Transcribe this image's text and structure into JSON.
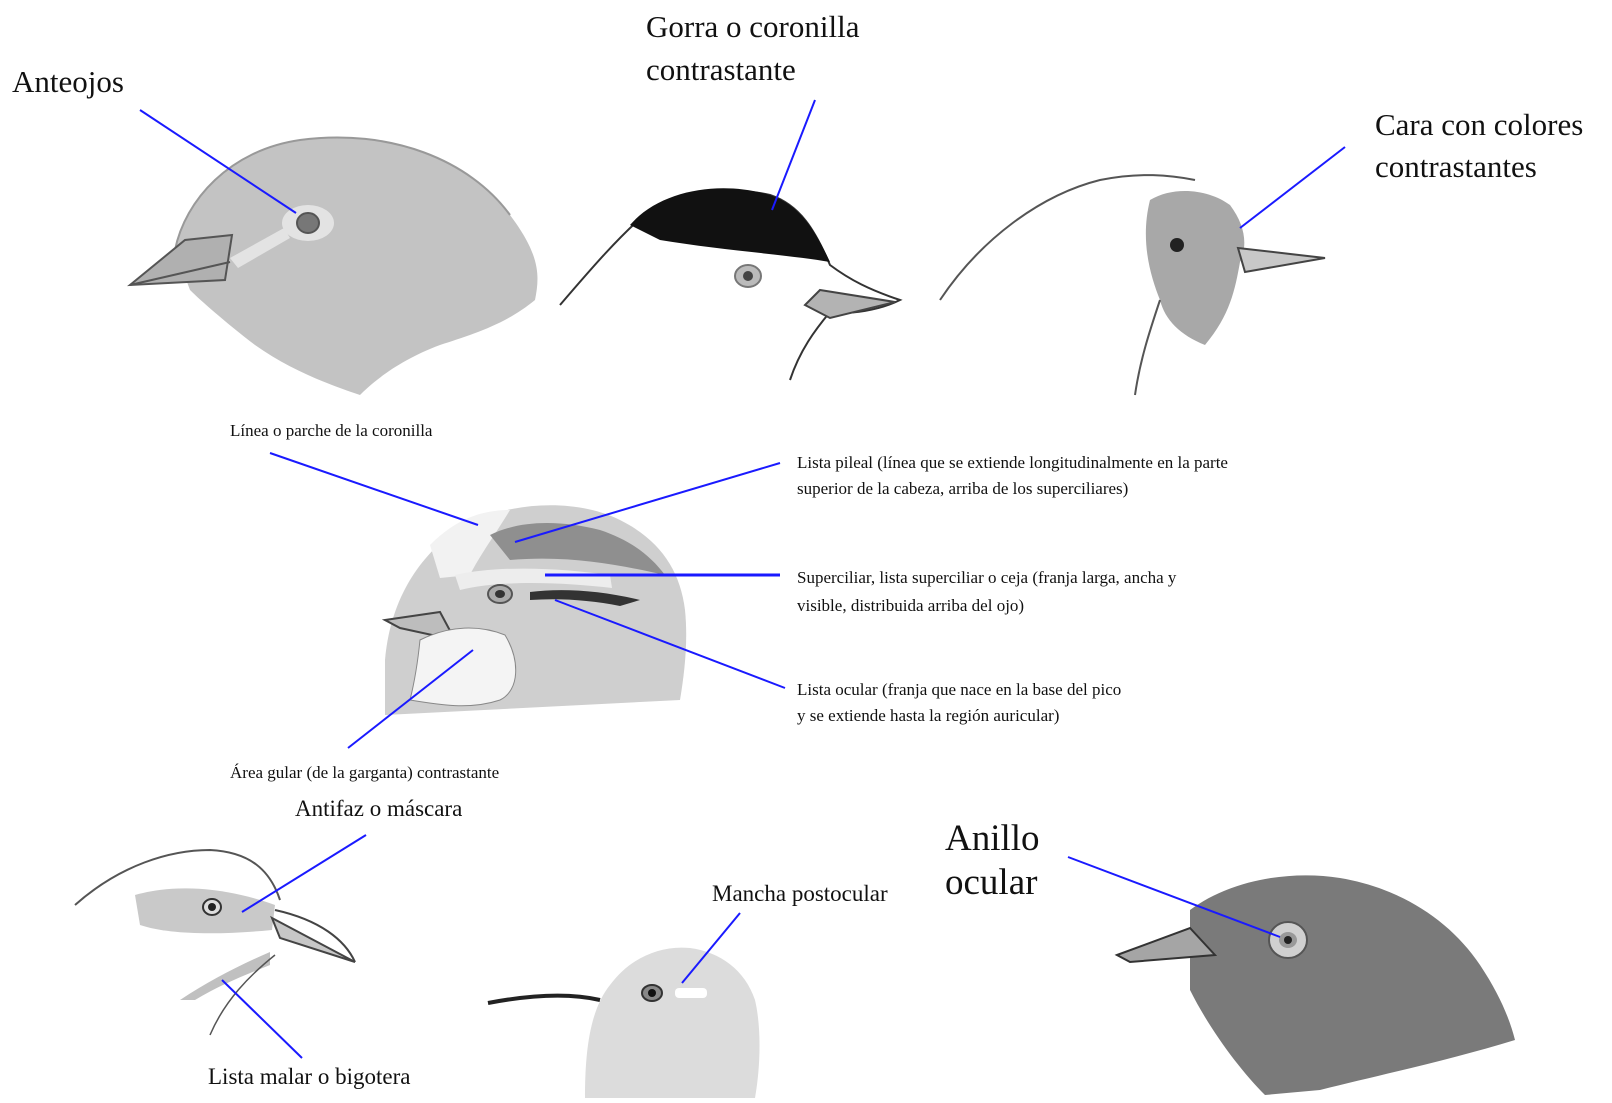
{
  "labels": {
    "anteojos": "Anteojos",
    "gorra_line1": "Gorra o coronilla",
    "gorra_line2": "contrastante",
    "cara_line1": "Cara con colores",
    "cara_line2": "contrastantes",
    "linea_coronilla": "Línea o parche de la coronilla",
    "lista_pileal_line1": "Lista pileal (línea que se extiende longitudinalmente en la parte",
    "lista_pileal_line2": "superior de la cabeza, arriba de los superciliares)",
    "superciliar_line1": "Superciliar, lista superciliar o ceja (franja larga, ancha y",
    "superciliar_line2": "visible, distribuida arriba del ojo)",
    "lista_ocular_line1": "Lista ocular (franja que nace en la base del pico",
    "lista_ocular_line2": "y se extiende hasta la región auricular)",
    "area_gular": "Área gular (de la garganta) contrastante",
    "antifaz": "Antifaz o máscara",
    "lista_malar": "Lista malar o bigotera",
    "mancha_postocular": "Mancha postocular",
    "anillo_line1": "Anillo",
    "anillo_line2": "ocular"
  },
  "colors": {
    "leader_line": "#1a1aff",
    "head_gray": "#bdbdbd",
    "head_dark": "#7a7a7a",
    "cap_black": "#111111",
    "beak_gray": "#a9a9a9"
  }
}
